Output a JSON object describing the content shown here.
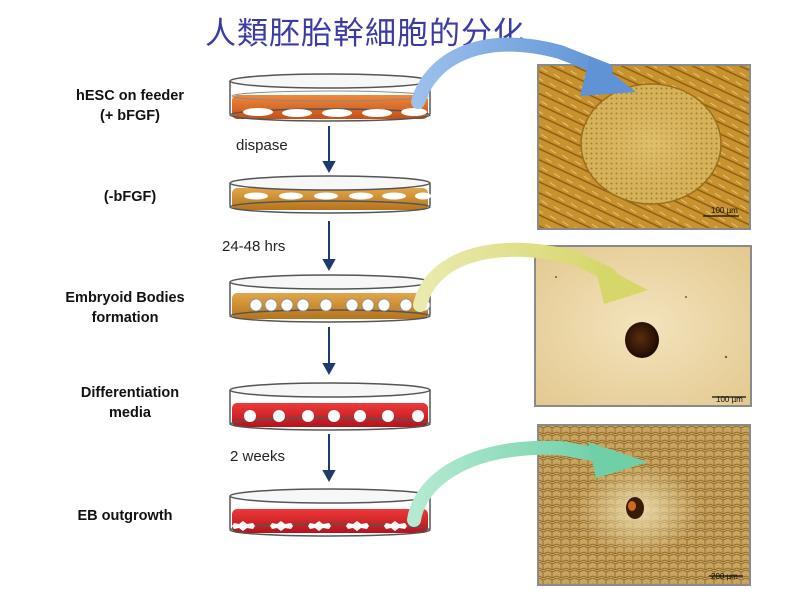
{
  "title": "人類胚胎幹細胞的分化",
  "stages": [
    {
      "label_lines": [
        "hESC on feeder",
        "(+ bFGF)"
      ]
    },
    {
      "label_lines": [
        "(-bFGF)"
      ]
    },
    {
      "label_lines": [
        "Embryoid Bodies",
        "formation"
      ]
    },
    {
      "label_lines": [
        "Differentiation",
        "media"
      ]
    },
    {
      "label_lines": [
        "EB outgrowth"
      ]
    }
  ],
  "transitions": [
    "dispase",
    "24-48 hrs",
    "",
    "2 weeks"
  ],
  "photos": [
    {
      "scale_label": "100 µm"
    },
    {
      "scale_label": "100 µm"
    },
    {
      "scale_label": "200 µm"
    }
  ],
  "colors": {
    "title": "#3b3ba6",
    "arrow_down": "#1f3a6e",
    "medium_orange": "#d4661f",
    "medium_amber": "#c98a2a",
    "medium_red": "#d0202a",
    "curve_blue": "#7aa8dc",
    "curve_yellow": "#dede8a",
    "curve_mint": "#8fd9b8"
  }
}
